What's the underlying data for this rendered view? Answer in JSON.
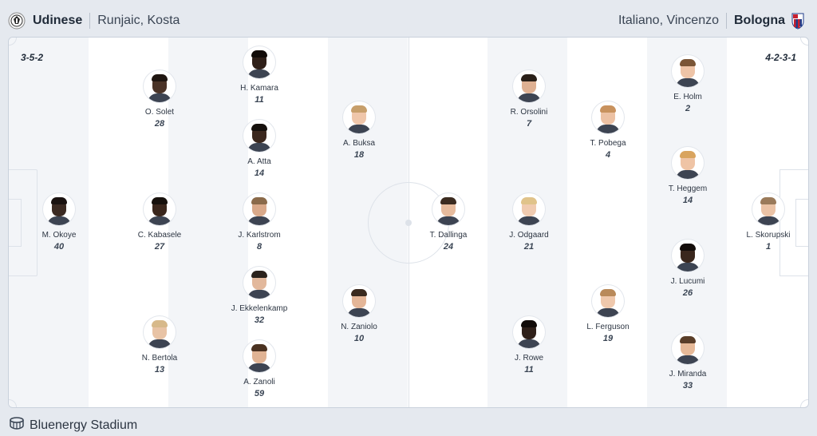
{
  "header": {
    "home": {
      "name": "Udinese",
      "coach": "Runjaic, Kosta",
      "crest_icon": "udinese-crest-icon"
    },
    "away": {
      "name": "Bologna",
      "coach": "Italiano, Vincenzo",
      "crest_icon": "bologna-crest-icon"
    }
  },
  "formations": {
    "home": "3-5-2",
    "away": "4-2-3-1"
  },
  "home_players": [
    {
      "name": "M. Okoye",
      "number": "40",
      "skin": "#3b2a22",
      "hair": "#1a1210"
    },
    {
      "name": "O. Solet",
      "number": "28",
      "skin": "#4a3327",
      "hair": "#1f1611"
    },
    {
      "name": "C. Kabasele",
      "number": "27",
      "skin": "#3a261c",
      "hair": "#16100c"
    },
    {
      "name": "N. Bertola",
      "number": "13",
      "skin": "#e8c3a5",
      "hair": "#d7b98a"
    },
    {
      "name": "H. Kamara",
      "number": "11",
      "skin": "#2e1f18",
      "hair": "#120c09"
    },
    {
      "name": "A. Atta",
      "number": "14",
      "skin": "#3a271d",
      "hair": "#15100c"
    },
    {
      "name": "J. Karlstrom",
      "number": "8",
      "skin": "#d9a98a",
      "hair": "#8a6a4a"
    },
    {
      "name": "J. Ekkelenkamp",
      "number": "32",
      "skin": "#e2b89c",
      "hair": "#2b231d"
    },
    {
      "name": "A. Zanoli",
      "number": "59",
      "skin": "#e0b394",
      "hair": "#4a3221"
    },
    {
      "name": "A. Buksa",
      "number": "18",
      "skin": "#efc6aa",
      "hair": "#c79f6b"
    },
    {
      "name": "N. Zaniolo",
      "number": "10",
      "skin": "#e4b698",
      "hair": "#3a2a1f"
    }
  ],
  "away_players": [
    {
      "name": "T. Dallinga",
      "number": "24",
      "skin": "#e6bb9d",
      "hair": "#3b2b20"
    },
    {
      "name": "R. Orsolini",
      "number": "7",
      "skin": "#deb092",
      "hair": "#2a2019"
    },
    {
      "name": "J. Odgaard",
      "number": "21",
      "skin": "#f0cbb0",
      "hair": "#e0c38a"
    },
    {
      "name": "J. Rowe",
      "number": "11",
      "skin": "#2f2019",
      "hair": "#120c09"
    },
    {
      "name": "T. Pobega",
      "number": "4",
      "skin": "#ecc1a3",
      "hair": "#c8925e"
    },
    {
      "name": "L. Ferguson",
      "number": "19",
      "skin": "#efc8ac",
      "hair": "#b98a5a"
    },
    {
      "name": "E. Holm",
      "number": "2",
      "skin": "#eec4a7",
      "hair": "#7a5536"
    },
    {
      "name": "T. Heggem",
      "number": "14",
      "skin": "#efc4a5",
      "hair": "#d9a45e"
    },
    {
      "name": "J. Lucumi",
      "number": "26",
      "skin": "#3a271d",
      "hair": "#130d0a"
    },
    {
      "name": "J. Miranda",
      "number": "33",
      "skin": "#e6b998",
      "hair": "#5a3e29"
    },
    {
      "name": "L. Skorupski",
      "number": "1",
      "skin": "#ebc3a6",
      "hair": "#9a7a5a"
    }
  ],
  "venue": {
    "name": "Bluenergy Stadium",
    "icon": "stadium-icon"
  },
  "colors": {
    "background": "#e5e9ef",
    "pitch": "#ffffff",
    "stripe": "#f3f5f8",
    "lines": "#dde2e9",
    "udinese_black": "#1b1b1b",
    "bologna_red": "#c8202f",
    "bologna_blue": "#1f3c8a"
  }
}
